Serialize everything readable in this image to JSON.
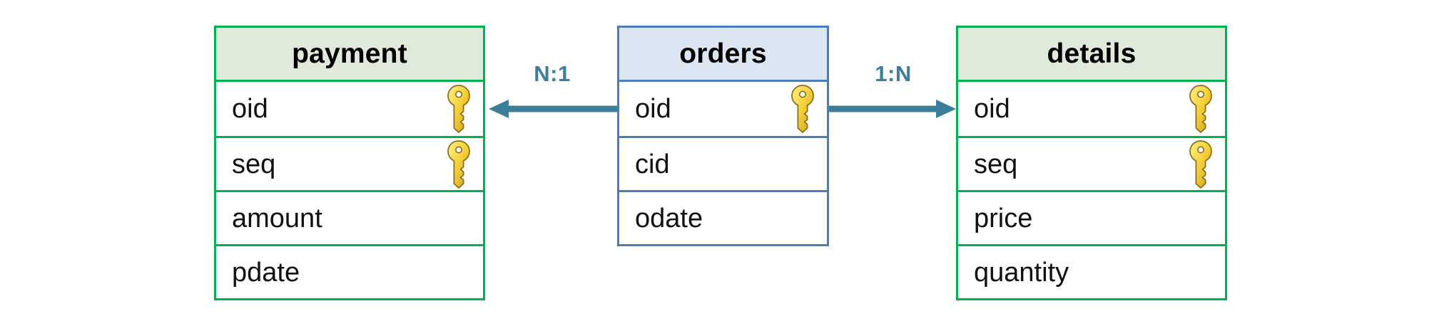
{
  "diagram": {
    "type": "entity-relationship-diagram",
    "background": "#ffffff",
    "colors": {
      "green_border": "#00b14f",
      "green_header_fill": "#dfeadb",
      "blue_border": "#4a7ebb",
      "blue_header_fill": "#dce6f2",
      "relationship_teal": "#3c7d98",
      "key_gold": "#f2d13c",
      "key_gold_dark": "#b8941f",
      "text": "#000000"
    }
  },
  "entities": [
    {
      "id": "payment",
      "title": "payment",
      "theme": "green",
      "fields": [
        {
          "name": "oid",
          "key": true
        },
        {
          "name": "seq",
          "key": true
        },
        {
          "name": "amount",
          "key": false
        },
        {
          "name": "pdate",
          "key": false
        }
      ]
    },
    {
      "id": "orders",
      "title": "orders",
      "theme": "blue",
      "fields": [
        {
          "name": "oid",
          "key": true
        },
        {
          "name": "cid",
          "key": false
        },
        {
          "name": "odate",
          "key": false
        }
      ]
    },
    {
      "id": "details",
      "title": "details",
      "theme": "green",
      "fields": [
        {
          "name": "oid",
          "key": true
        },
        {
          "name": "seq",
          "key": true
        },
        {
          "name": "price",
          "key": false
        },
        {
          "name": "quantity",
          "key": false
        }
      ]
    }
  ],
  "relationships": [
    {
      "id": "orders-to-payment",
      "label": "N:1",
      "from": "orders",
      "to": "payment",
      "direction": "left",
      "icon": "left-arrow-icon"
    },
    {
      "id": "orders-to-details",
      "label": "1:N",
      "from": "orders",
      "to": "details",
      "direction": "right",
      "icon": "right-arrow-icon"
    }
  ],
  "icons": {
    "key": "key-icon",
    "arrow_left": "left-arrow-icon",
    "arrow_right": "right-arrow-icon"
  }
}
